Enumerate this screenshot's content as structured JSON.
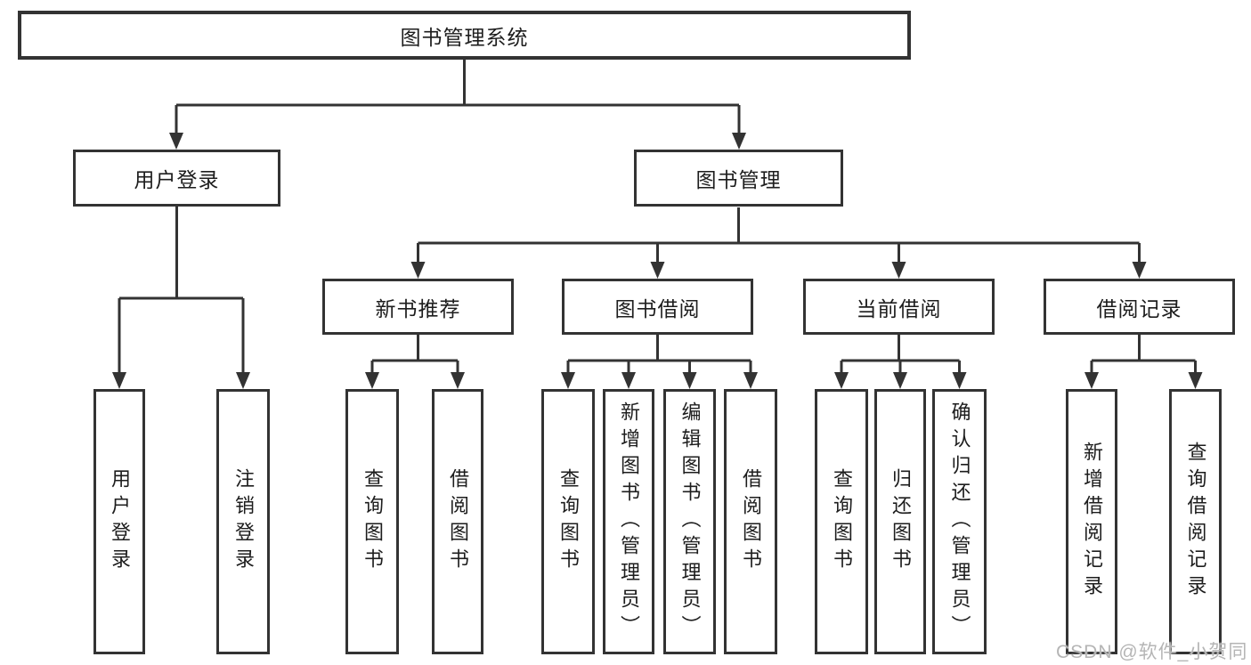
{
  "diagram": {
    "root": "图书管理系统",
    "level2": {
      "user_login": "用户登录",
      "book_mgmt": "图书管理"
    },
    "level3": {
      "new_books": "新书推荐",
      "borrowing": "图书借阅",
      "current": "当前借阅",
      "records": "借阅记录"
    },
    "leaves": {
      "login": "用户登录",
      "logout": "注销登录",
      "nb_query": "查询图书",
      "nb_borrow": "借阅图书",
      "bb_query": "查询图书",
      "bb_add": "新增图书（管理员）",
      "bb_edit": "编辑图书（管理员）",
      "bb_borrow": "借阅图书",
      "cb_query": "查询图书",
      "cb_return": "归还图书",
      "cb_confirm": "确认归还（管理员）",
      "rec_add": "新增借阅记录",
      "rec_query": "查询借阅记录"
    }
  },
  "watermark": "CSDN @软件_小贺同学",
  "colors": {
    "line": "#333333",
    "text": "#1d1d1d",
    "watermark": "#b5b5b5",
    "background": "#ffffff"
  }
}
